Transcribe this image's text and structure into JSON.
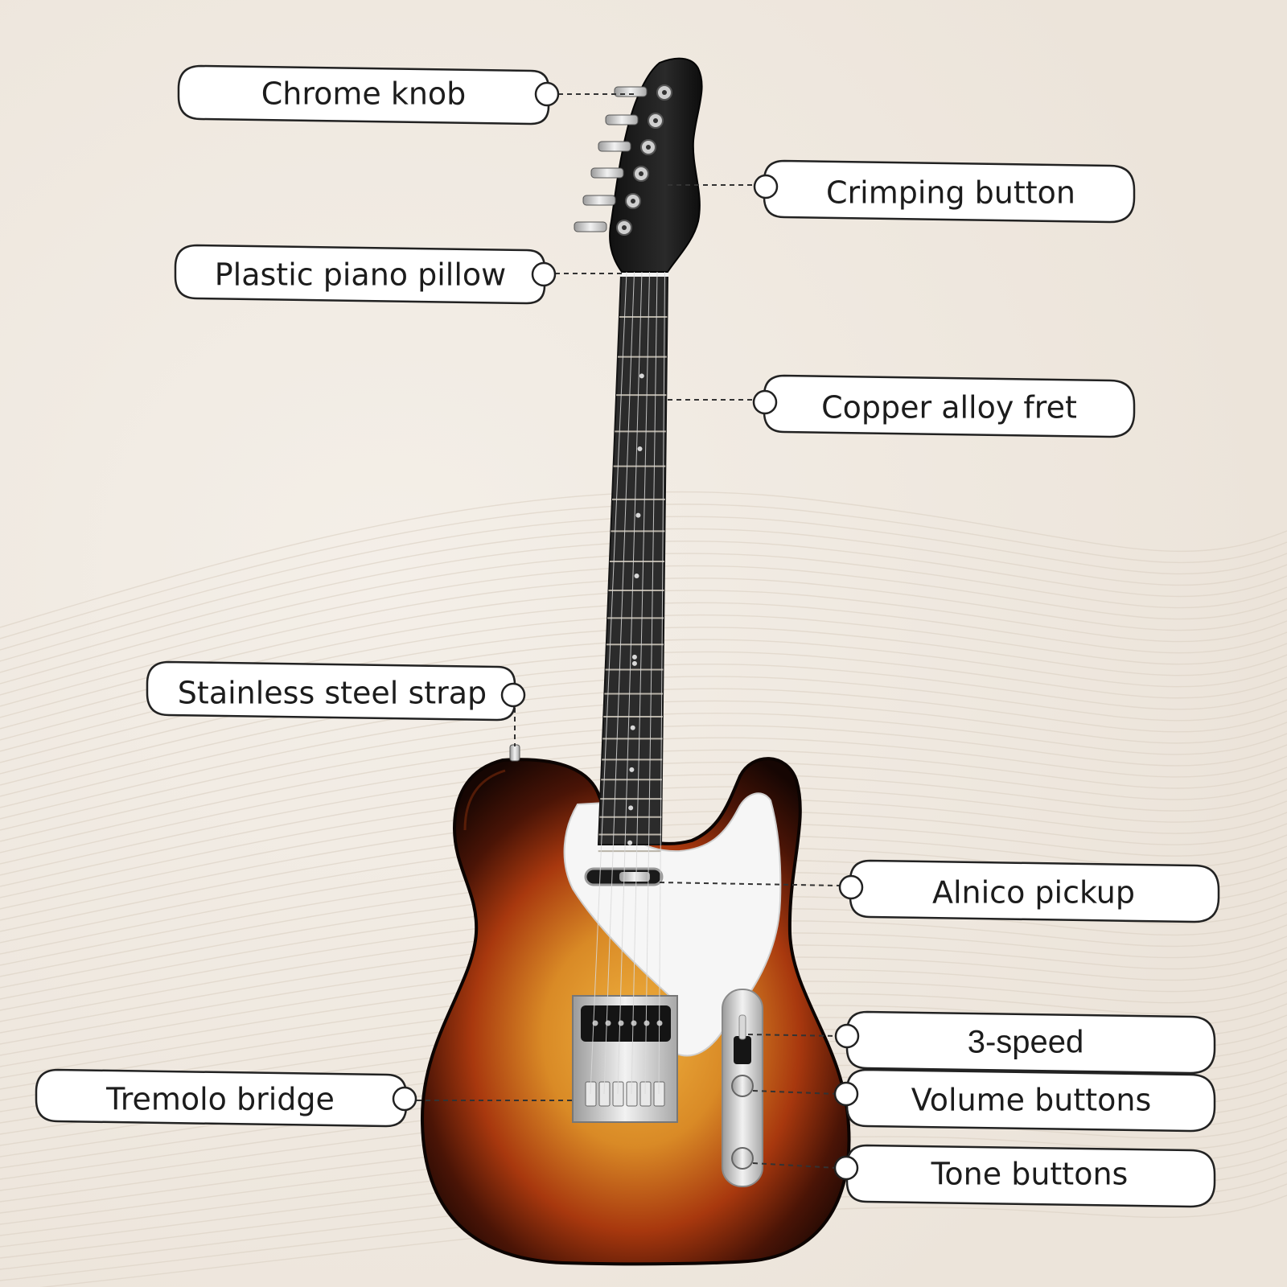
{
  "callouts": [
    {
      "id": "chrome-knob",
      "label": "Chrome knob"
    },
    {
      "id": "crimping-button",
      "label": "Crimping button"
    },
    {
      "id": "plastic-piano-pillow",
      "label": "Plastic piano pillow"
    },
    {
      "id": "copper-alloy-fret",
      "label": "Copper alloy fret"
    },
    {
      "id": "stainless-steel-strap",
      "label": "Stainless steel strap"
    },
    {
      "id": "alnico-pickup",
      "label": "Alnico pickup"
    },
    {
      "id": "three-speed",
      "label": "3-speed"
    },
    {
      "id": "volume-buttons",
      "label": "Volume buttons"
    },
    {
      "id": "tremolo-bridge",
      "label": "Tremolo bridge"
    },
    {
      "id": "tone-buttons",
      "label": "Tone buttons"
    }
  ],
  "colors": {
    "background": "#efe8df",
    "wave_lines": "#e0d7cb",
    "fretboard": "#2b2b2b",
    "headstock": "#1b1b1b",
    "pickguard": "#f4f4f4",
    "chrome": "#c9c9c9",
    "sunburst_center": "#e8a233",
    "sunburst_mid": "#b8440f",
    "sunburst_edge": "#1e0b04"
  }
}
